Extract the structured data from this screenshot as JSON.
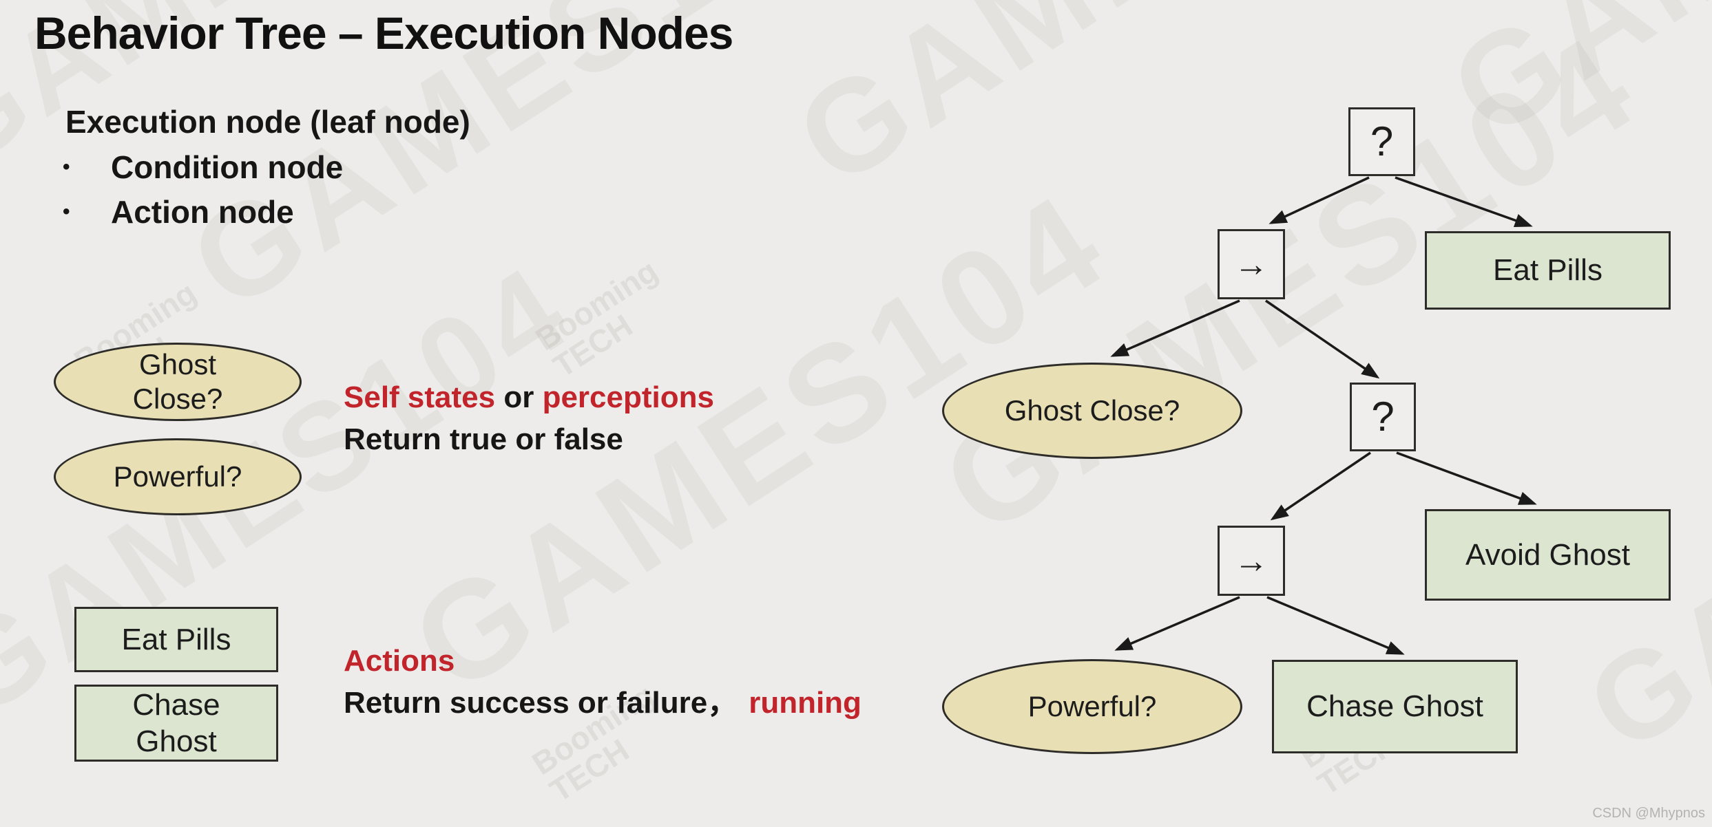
{
  "title": "Behavior Tree – Execution Nodes",
  "intro": {
    "heading": "Execution node (leaf node)",
    "bullet_marker": "•",
    "bullets": [
      "Condition node",
      "Action node"
    ]
  },
  "condition_section": {
    "ellipse1_line1": "Ghost",
    "ellipse1_line2": "Close?",
    "ellipse2": "Powerful?",
    "desc_red1": "Self states",
    "desc_black": " or ",
    "desc_red2": "perceptions",
    "desc_line2": "Return true or false"
  },
  "action_section": {
    "box1": "Eat Pills",
    "box2_line1": "Chase",
    "box2_line2": "Ghost",
    "desc_label": "Actions",
    "desc_line2_black": "Return success or failure，",
    "desc_line2_red": "running"
  },
  "tree": {
    "root_selector": "?",
    "sequence1": "→",
    "eat_pills": "Eat Pills",
    "ghost_close": "Ghost Close?",
    "selector2": "?",
    "sequence2": "→",
    "avoid_ghost": "Avoid Ghost",
    "powerful": "Powerful?",
    "chase_ghost": "Chase Ghost"
  },
  "watermarks": {
    "games": "GAMES104",
    "brand_line1": "Booming",
    "brand_line2": "TECH",
    "credit": "CSDN @Mhypnos"
  },
  "colors": {
    "background": "#edecea",
    "condition_fill": "#e8dfb4",
    "action_fill": "#dce5d0",
    "accent_red": "#c2242b",
    "text": "#161616"
  }
}
